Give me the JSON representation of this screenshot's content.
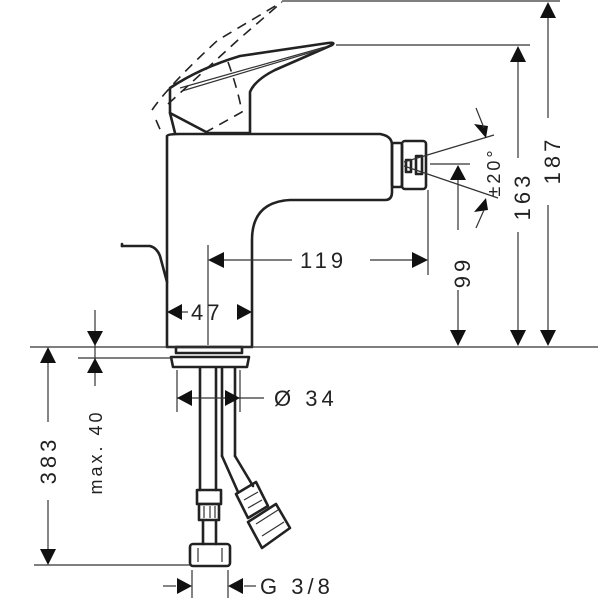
{
  "drawing": {
    "subject": "bidet mixer technical drawing",
    "line_color": "#222222",
    "background": "#ffffff"
  },
  "dimensions": {
    "spout_reach": "119",
    "body_width": "47",
    "spout_height": "99",
    "lever_height": "163",
    "total_height": "187",
    "spray_angle": "±20°",
    "counter_thickness": "max. 40",
    "hose_length": "383",
    "shank_diameter": "Ø 34",
    "connection_thread": "G 3/8"
  }
}
